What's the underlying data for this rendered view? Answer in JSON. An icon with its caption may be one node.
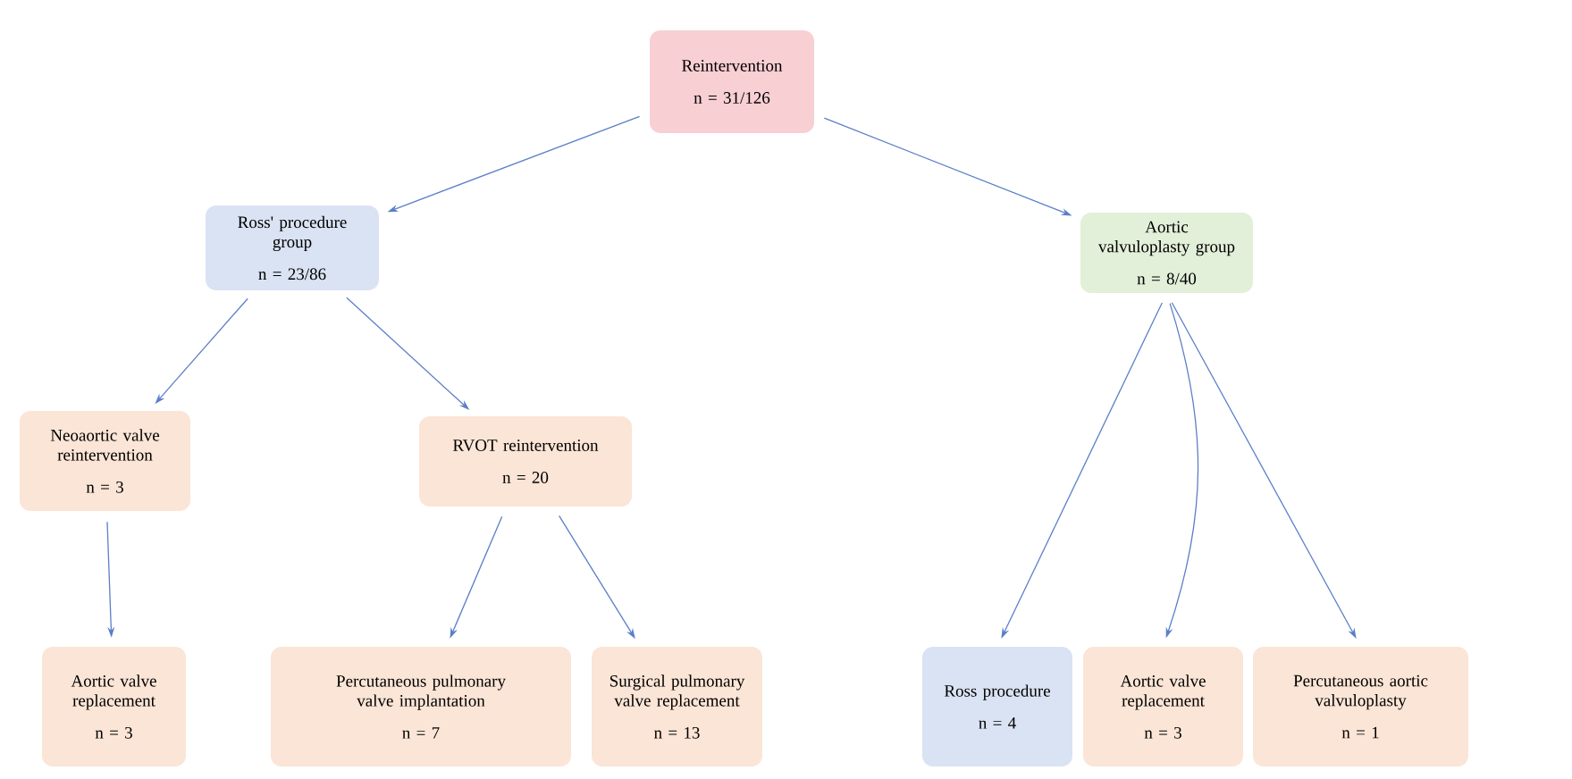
{
  "diagram": {
    "nodes": [
      {
        "text": [
          "Reintervention",
          "n = 31/126"
        ]
      },
      {
        "text": [
          "Ross' procedure group",
          "n = 23/86"
        ]
      },
      {
        "text": [
          "Aortic valvuloplasty group",
          "n = 8/40"
        ]
      },
      {
        "text": [
          "Neoaortic valve reintervention",
          "n = 3"
        ]
      },
      {
        "text": [
          "RVOT reintervention",
          "n = 20"
        ]
      },
      {
        "text": [
          "Aortic valve replacement",
          "n = 3"
        ]
      },
      {
        "text": [
          "Percutaneous pulmonary valve implantation",
          "n = 7"
        ]
      },
      {
        "text": [
          "Surgical pulmonary valve replacement",
          "n = 13"
        ]
      },
      {
        "text": [
          "Ross procedure",
          "n = 4"
        ]
      },
      {
        "text": [
          "Aortic valve replacement",
          "n = 3"
        ]
      },
      {
        "text": [
          "Percutaneous aortic valvuloplasty",
          "n = 1"
        ]
      }
    ],
    "edges": [
      {
        "from": 0,
        "to": 1,
        "arrow": "to"
      },
      {
        "from": 0,
        "to": 2,
        "arrow": "to"
      },
      {
        "from": 1,
        "to": 3,
        "arrow": "to"
      },
      {
        "from": 1,
        "to": 4,
        "arrow": "to"
      },
      {
        "from": 3,
        "to": 5,
        "arrow": "to"
      },
      {
        "from": 4,
        "to": 6,
        "arrow": "to"
      },
      {
        "from": 4,
        "to": 7,
        "arrow": "to"
      },
      {
        "from": 2,
        "to": 8,
        "arrow": "to"
      },
      {
        "from": 2,
        "to": 9,
        "arrow": "to"
      },
      {
        "from": 2,
        "to": 10,
        "arrow": "to"
      }
    ]
  }
}
